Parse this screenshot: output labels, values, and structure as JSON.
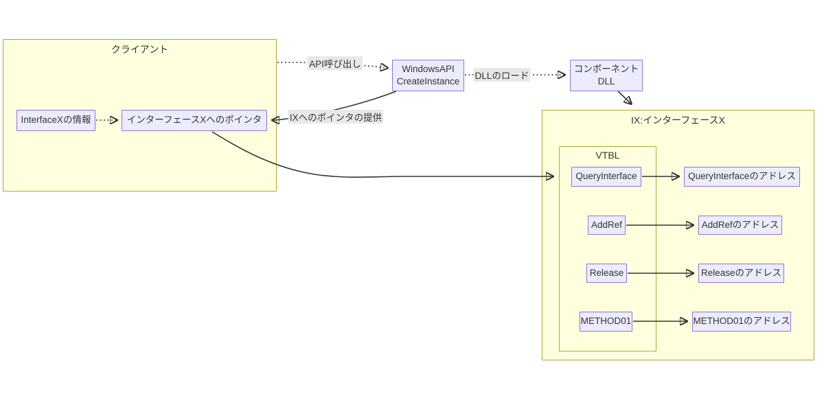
{
  "diagram": {
    "type": "flowchart",
    "subgraphs": {
      "client": {
        "title": "クライアント"
      },
      "ix": {
        "title": "IX:インターフェースX"
      },
      "vtbl": {
        "title": "VTBL"
      }
    },
    "nodes": {
      "interfacex_info": {
        "label": "InterfaceXの情報"
      },
      "pointer_to_interfacex": {
        "label": "インターフェースXへのポインタ"
      },
      "windowsapi_createinstance": {
        "lines": [
          "WindowsAPI",
          "CreateInstance"
        ]
      },
      "component_dll": {
        "lines": [
          "コンポーネント",
          "DLL"
        ]
      },
      "queryinterface": {
        "label": "QueryInterface"
      },
      "queryinterface_address": {
        "label": "QueryInterfaceのアドレス"
      },
      "addref": {
        "label": "AddRef"
      },
      "addref_address": {
        "label": "AddRefのアドレス"
      },
      "release": {
        "label": "Release"
      },
      "release_address": {
        "label": "Releaseのアドレス"
      },
      "method01": {
        "label": "METHOD01"
      },
      "method01_address": {
        "label": "METHOD01のアドレス"
      }
    },
    "edge_labels": {
      "api_call": "API呼び出し",
      "dll_load": "DLLのロード",
      "ix_pointer_provide": "IXへのポインタの提供"
    },
    "colors": {
      "subgraph_fill": "#ffffde",
      "subgraph_border": "#aaaa33",
      "node_fill": "#ececff",
      "node_border": "#9370db",
      "edge": "#333333",
      "edge_label_bg": "#e8e8e8",
      "text": "#333333"
    }
  }
}
